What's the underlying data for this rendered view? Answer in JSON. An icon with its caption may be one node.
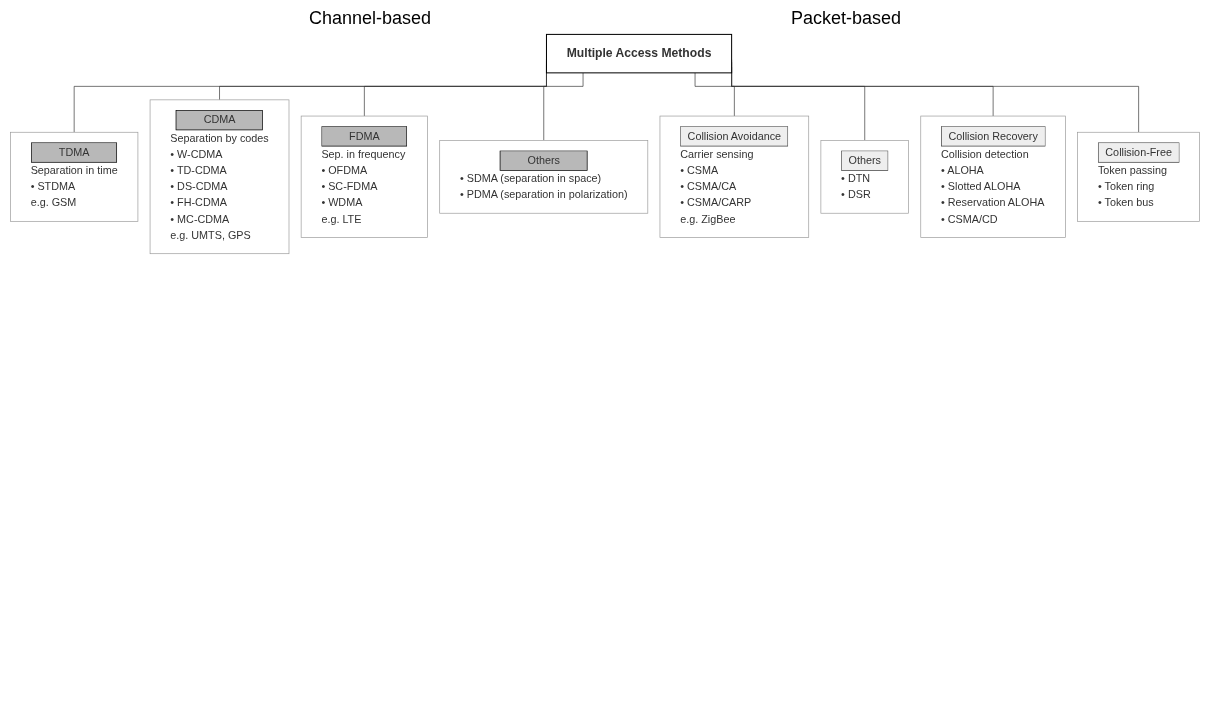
{
  "diagram": {
    "nodes": [
      {
        "text": [
          "Multiple Access Methods"
        ]
      },
      {
        "text": [
          "TDMA",
          "Separation in time",
          "• STDMA",
          "e.g. GSM"
        ]
      },
      {
        "text": [
          "CDMA",
          "Separation by codes",
          "• W-CDMA",
          "• TD-CDMA",
          "• DS-CDMA",
          "• FH-CDMA",
          "• MC-CDMA",
          "e.g. UMTS, GPS"
        ]
      },
      {
        "text": [
          "FDMA",
          "Sep. in frequency",
          "• OFDMA",
          "• SC-FDMA",
          "• WDMA",
          "e.g. LTE"
        ]
      },
      {
        "text": [
          "Others",
          "• SDMA (separation in space)",
          "• PDMA (separation in polarization)"
        ]
      },
      {
        "text": [
          "Collision Avoidance",
          "Carrier sensing",
          "• CSMA",
          "• CSMA/CA",
          "• CSMA/CARP",
          "e.g. ZigBee"
        ]
      },
      {
        "text": [
          "Others",
          "• DTN",
          "• DSR"
        ]
      },
      {
        "text": [
          "Collision Recovery",
          "Collision detection",
          "• ALOHA",
          "• Slotted ALOHA",
          "• Reservation ALOHA",
          "• CSMA/CD"
        ]
      },
      {
        "text": [
          "Collision-Free",
          "Token passing",
          "• Token ring",
          "• Token bus"
        ]
      }
    ],
    "edges": [
      {
        "from": 0,
        "to": 1,
        "arrow": "none"
      },
      {
        "from": 0,
        "to": 2,
        "arrow": "none"
      },
      {
        "from": 0,
        "to": 3,
        "arrow": "none"
      },
      {
        "from": 0,
        "to": 4,
        "arrow": "none"
      },
      {
        "from": 0,
        "to": 5,
        "arrow": "none"
      },
      {
        "from": 0,
        "to": 6,
        "arrow": "none"
      },
      {
        "from": 0,
        "to": 7,
        "arrow": "none"
      },
      {
        "from": 0,
        "to": 8,
        "arrow": "none"
      }
    ],
    "labels": [
      "Channel-based",
      "Packet-based"
    ]
  }
}
